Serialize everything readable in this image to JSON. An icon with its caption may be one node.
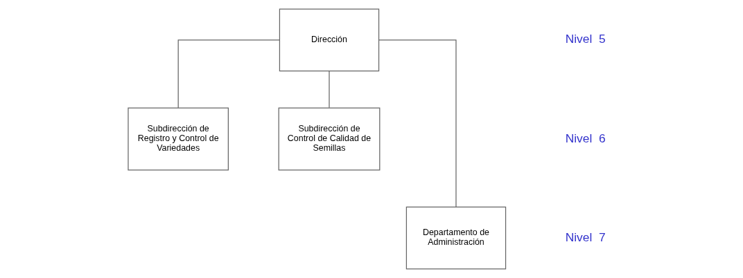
{
  "diagram": {
    "nodes": [
      {
        "text": [
          "Dirección"
        ]
      },
      {
        "text": [
          "Subdirección de Registro y Control de Variedades"
        ]
      },
      {
        "text": [
          "Subdirección de Control de Calidad de Semillas"
        ]
      },
      {
        "text": [
          "Departamento de Administración"
        ]
      }
    ],
    "edges": [
      {
        "from": 0,
        "to": 1,
        "arrow": "none"
      },
      {
        "from": 0,
        "to": 2,
        "arrow": "none"
      },
      {
        "from": 0,
        "to": 3,
        "arrow": "none"
      }
    ],
    "labels": [
      "Nivel  5",
      "Nivel  6",
      "Nivel  7"
    ]
  }
}
